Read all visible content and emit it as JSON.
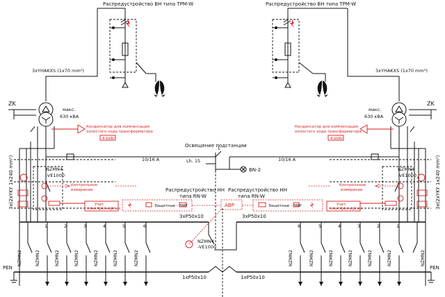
{
  "hv_switchgear_left": "Распредустройство ВН типа TPM-W",
  "hv_switchgear_right": "Распредустройство ВН типа TPM-W",
  "hv_cable_left": "3xYHAKXS (1x70 mm²)",
  "hv_cable_right": "3xYHAKXS (1x70 mm²)",
  "zk_left": "ZK",
  "zk_right": "ZK",
  "transformer_left": {
    "line1": "макс.",
    "line2": "630 кВА"
  },
  "transformer_right": {
    "line1": "макс.",
    "line2": "630 кВА"
  },
  "capacitor_left": {
    "line1": "Конденсатор для компенсации",
    "line2": "холостого хода трансформатора",
    "tag": "4 kVAr"
  },
  "capacitor_right": {
    "line1": "Конденсатор для компенсации",
    "line2": "холостого хода трансформатора",
    "tag": "4 kVAr"
  },
  "lv_cable_left": "3x(2xYKY 1x240 mm²)",
  "lv_cable_right": "3x(2xYKY 1x240 mm²)",
  "lighting": {
    "title": "Освещение подстанции",
    "breaker_left": "10/16 A",
    "breaker_right": "10/16 A",
    "lamp": "Lh. 15",
    "switch": "1",
    "bn": "BN-2"
  },
  "main_breaker_left": {
    "line1": "NZMN4",
    "line2": "-VE1000"
  },
  "main_breaker_right": {
    "line1": "NZMN4",
    "line2": "-VE1000"
  },
  "control_left": {
    "line1": "Контрольное",
    "line2": "измерение"
  },
  "control_right": {
    "line1": "Контрольное",
    "line2": "измерение"
  },
  "meter_left": {
    "line1": "Учет",
    "line2": "электроэнергии"
  },
  "meter_right": {
    "line1": "Учет",
    "line2": "электроэнергии"
  },
  "lv_switchgear_left": {
    "line1": "Распредустройство НН",
    "line2": "типа RN-W"
  },
  "lv_switchgear_right": {
    "line1": "Распредустройство НН",
    "line2": "типа RN-W"
  },
  "protection_left": "Защитные - ЭМР",
  "protection_right": "Защитные - ЭМР",
  "abr": "АВР",
  "busbar_top_left": "3xP50x10",
  "busbar_top_right": "3xP50x10",
  "coupler": {
    "line1": "NZMN4",
    "line2": "-VE1000"
  },
  "busbar_bottom_left": "1xP50x10",
  "busbar_bottom_right": "1xP50x10",
  "pen_left": "PEN",
  "pen_right": "PEN",
  "feeder_label": "NZMN2",
  "feeder_numbers_left": [
    "1",
    "2",
    "3",
    "4",
    "5",
    "6"
  ],
  "feeder_numbers_right": [
    "6",
    "5",
    "4",
    "3",
    "2",
    "1"
  ],
  "colors": {
    "line": "#111111",
    "accent_red": "#d81b1b",
    "background": "#ffffff"
  }
}
